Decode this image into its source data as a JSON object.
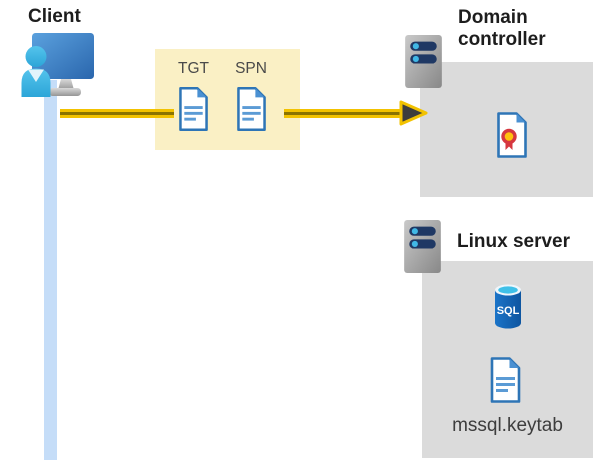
{
  "client": {
    "label": "Client"
  },
  "ticket_box": {
    "tgt_label": "TGT",
    "spn_label": "SPN"
  },
  "domain_controller": {
    "label": "Domain controller"
  },
  "linux_server": {
    "label": "Linux server",
    "database_label": "SQL",
    "keytab_label": "mssql.keytab"
  },
  "colors": {
    "arrow_yellow": "#f2c200",
    "arrow_core": "#8a7300",
    "ticket_box_bg": "#faf0c5",
    "server_box_bg": "#dbdbdb",
    "document_blue": "#2e75b6",
    "document_fold_blue": "#4a90d2",
    "person_cyan": "#3db8e4",
    "connection_line_blue": "#c5ddf8",
    "server_slot_navy": "#1f3864",
    "certificate_red": "#d6373f",
    "certificate_gold": "#ffc10e",
    "sql_cylinder_blue": "#1166bb"
  }
}
